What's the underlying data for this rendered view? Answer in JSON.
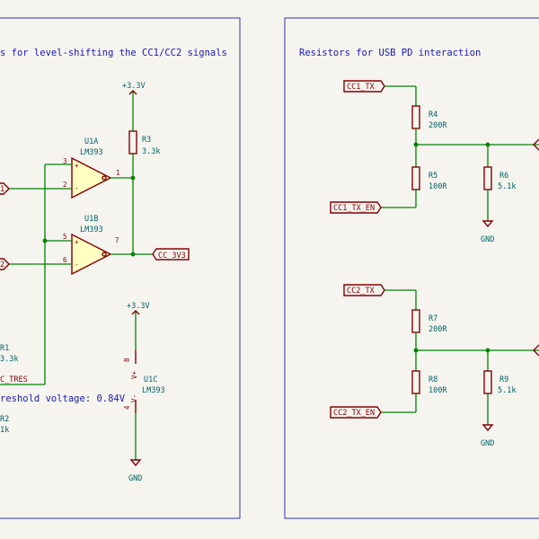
{
  "frames": {
    "left_title": "s for level-shifting the CC1/CC2 signals",
    "right_title": "Resistors for USB PD interaction",
    "threshold_note": "reshold voltage: 0.84V"
  },
  "left": {
    "vcc_top": "+3.3V",
    "r3_ref": "R3",
    "r3_val": "3.3k",
    "u1a_ref": "U1A",
    "u1a_val": "LM393",
    "u1b_ref": "U1B",
    "u1b_val": "LM393",
    "u1a_pin_plus": "3",
    "u1a_pin_minus": "2",
    "u1a_pin_out": "1",
    "u1b_pin_plus": "5",
    "u1b_pin_minus": "6",
    "u1b_pin_out": "7",
    "cc_3v3": "CC_3V3",
    "in1_tail": "1",
    "in2_tail": "2",
    "vcc_u1c": "+3.3V",
    "u1c_ref": "U1C",
    "u1c_val": "LM393",
    "u1c_pin_vplus_num": "8",
    "u1c_pin_vplus": "V+",
    "u1c_pin_vminus_num": "4",
    "u1c_pin_vminus": "V-",
    "gnd_u1c": "GND",
    "r1_ref": "R1",
    "r1_val": "3.3k",
    "cc_tres": "C_TRES",
    "r2_ref": "R2",
    "r2_val": "1k"
  },
  "right": {
    "cc1_tx": "CC1_TX",
    "cc1_tx_en": "CC1_TX_EN",
    "r4_ref": "R4",
    "r4_val": "200R",
    "r5_ref": "R5",
    "r5_val": "100R",
    "r6_ref": "R6",
    "r6_val": "5.1k",
    "gnd1": "GND",
    "cc2_tx": "CC2_TX",
    "cc2_tx_en": "CC2_TX_EN",
    "r7_ref": "R7",
    "r7_val": "200R",
    "r8_ref": "R8",
    "r8_val": "100R",
    "r9_ref": "R9",
    "r9_val": "5.1k",
    "gnd2": "GND"
  },
  "colors": {
    "wire": "#008400",
    "component": "#840000",
    "frame": "#3333aa",
    "reference_text": "#006464",
    "title_text": "#1a1ab0",
    "background": "#f5f4ef"
  }
}
